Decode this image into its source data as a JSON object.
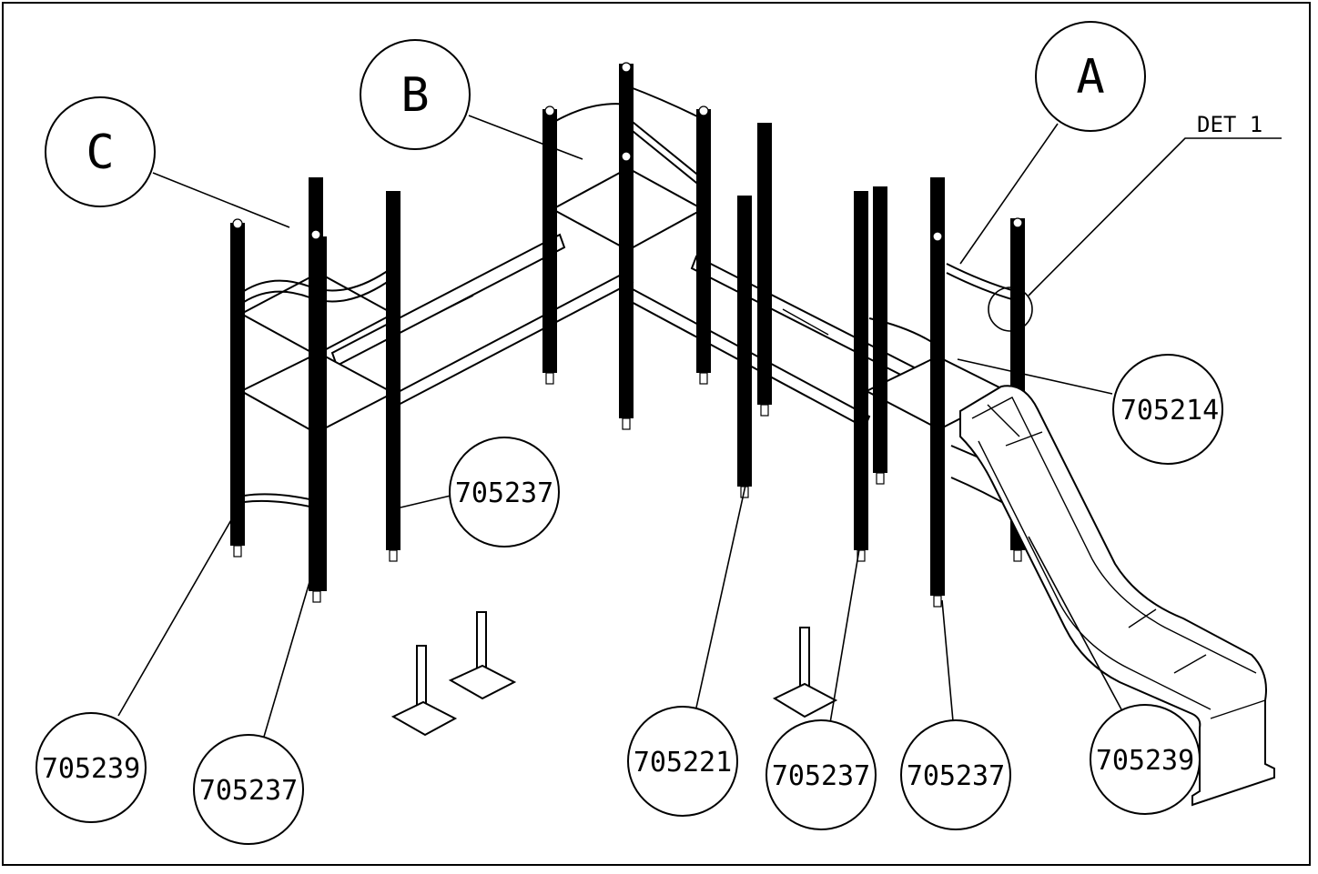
{
  "detail_label": "DET 1",
  "callouts": [
    {
      "id": "A",
      "label": "A"
    },
    {
      "id": "B",
      "label": "B"
    },
    {
      "id": "C",
      "label": "C"
    },
    {
      "id": "p705214",
      "label": "705214"
    },
    {
      "id": "p705237-mid",
      "label": "705237"
    },
    {
      "id": "p705239-left",
      "label": "705239"
    },
    {
      "id": "p705237-left",
      "label": "705237"
    },
    {
      "id": "p705221",
      "label": "705221"
    },
    {
      "id": "p705237-center",
      "label": "705237"
    },
    {
      "id": "p705237-right",
      "label": "705237"
    },
    {
      "id": "p705239-right",
      "label": "705239"
    }
  ]
}
